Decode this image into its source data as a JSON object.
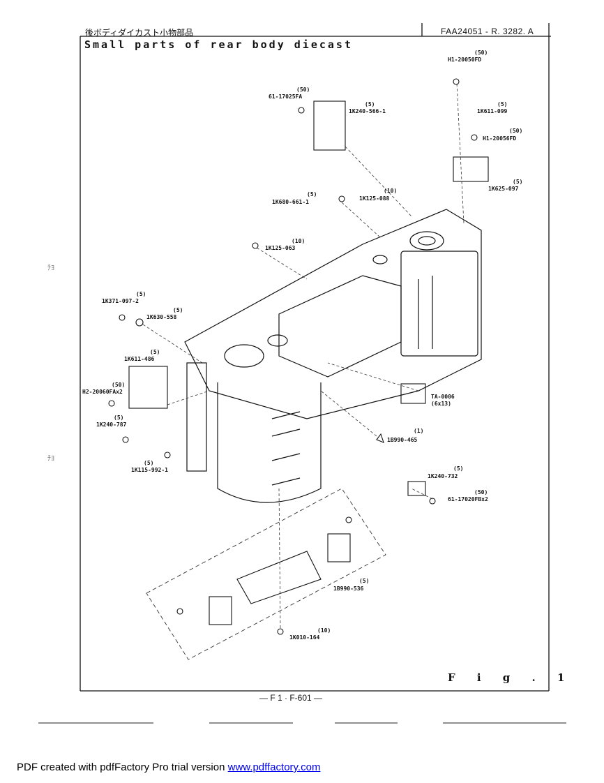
{
  "header": {
    "japanese_title": "後ボディダイカスト小物部品",
    "doc_code": "FAA24051 - R. 3282. A",
    "title": "Small parts of rear body diecast"
  },
  "margin_marks": [
    "ﾁﾖ",
    "ﾁﾖ"
  ],
  "callouts": [
    {
      "qty": "(50)",
      "part": "H1-20050FD"
    },
    {
      "qty": "(50)",
      "part": "61-17025FA"
    },
    {
      "qty": "(5)",
      "part": "1K240-566-1"
    },
    {
      "qty": "(5)",
      "part": "1K611-099"
    },
    {
      "qty": "(50)",
      "part": "H1-20056FD"
    },
    {
      "qty": "(5)",
      "part": "1K625-097"
    },
    {
      "qty": "(5)",
      "part": "1K680-661-1"
    },
    {
      "qty": "(10)",
      "part": "1K125-088"
    },
    {
      "qty": "(10)",
      "part": "1K125-063"
    },
    {
      "qty": "(5)",
      "part": "1K371-097-2"
    },
    {
      "qty": "(5)",
      "part": "1K630-558"
    },
    {
      "qty": "(5)",
      "part": "1K611-486"
    },
    {
      "qty": "(50)",
      "part": "H2-20060FAx2"
    },
    {
      "qty": "(5)",
      "part": "1K240-787"
    },
    {
      "qty": "(5)",
      "part": "1K115-992-1"
    },
    {
      "qty": "",
      "part": "TA-0006\n(6x13)"
    },
    {
      "qty": "(1)",
      "part": "1B990-465"
    },
    {
      "qty": "(5)",
      "part": "1K240-732"
    },
    {
      "qty": "(50)",
      "part": "61-17020FBx2"
    },
    {
      "qty": "(5)",
      "part": "1B990-536"
    },
    {
      "qty": "(10)",
      "part": "1K010-164"
    }
  ],
  "figure_label": "F i g . 1",
  "page_number": "— F 1 · F-601 —",
  "footer": {
    "text": "PDF created with pdfFactory Pro trial version ",
    "link_text": "www.pdffactory.com"
  }
}
